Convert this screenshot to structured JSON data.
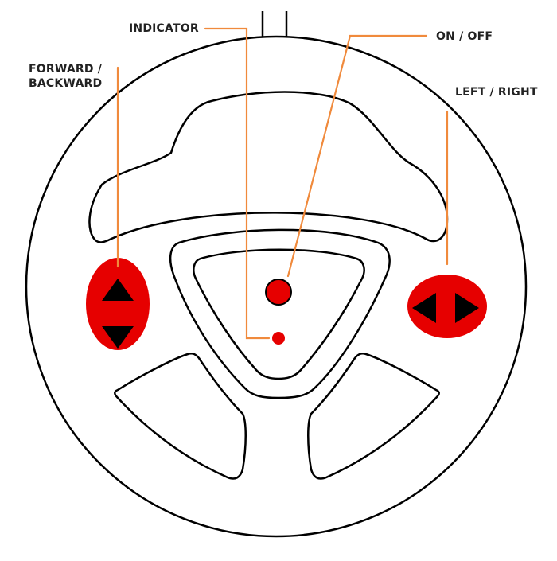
{
  "labels": {
    "forward_backward": "FORWARD /\nBACKWARD",
    "indicator": "INDICATOR",
    "on_off": "ON / OFF",
    "left_right": "LEFT / RIGHT"
  },
  "colors": {
    "outline": "#000000",
    "button_red": "#e60000",
    "leader_orange": "#f08a3c",
    "arrow_black": "#000000",
    "text": "#222222"
  },
  "icons": {
    "forward_backward_button": "up-down-arrows-icon",
    "left_right_button": "left-right-arrows-icon",
    "on_off_button": "power-button-icon",
    "indicator": "indicator-dot-icon"
  }
}
